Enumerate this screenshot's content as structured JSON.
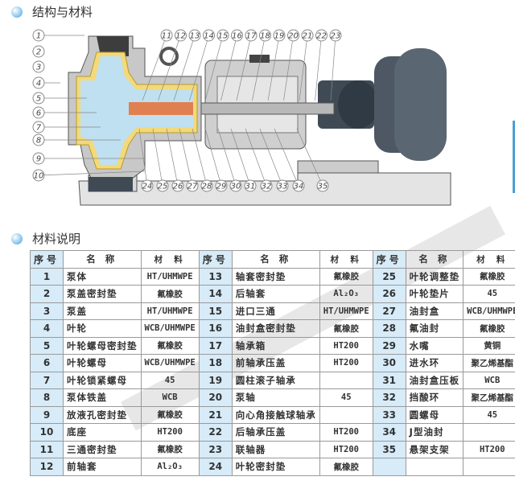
{
  "section1": {
    "title": "结构与材料"
  },
  "section2": {
    "title": "材料说明"
  },
  "callouts": {
    "left": [
      "1",
      "2",
      "3",
      "4",
      "5",
      "6",
      "7",
      "8",
      "9",
      "10"
    ],
    "top": [
      "11",
      "12",
      "13",
      "14",
      "15",
      "16",
      "17",
      "18",
      "19",
      "20",
      "21",
      "22",
      "23"
    ],
    "bottom": [
      "24",
      "25",
      "26",
      "27",
      "28",
      "29",
      "30",
      "31",
      "32",
      "33",
      "34",
      "35"
    ]
  },
  "table": {
    "headers": [
      "序号",
      "名 称",
      "材 料"
    ],
    "rows": [
      [
        [
          "1",
          "泵体",
          "HT/UHMWPE"
        ],
        [
          "13",
          "轴套密封垫",
          "氟橡胶"
        ],
        [
          "25",
          "叶轮调整垫",
          "氟橡胶"
        ]
      ],
      [
        [
          "2",
          "泵盖密封垫",
          "氟橡胶"
        ],
        [
          "14",
          "后轴套",
          "Al₂O₃"
        ],
        [
          "26",
          "叶轮垫片",
          "45"
        ]
      ],
      [
        [
          "3",
          "泵盖",
          "HT/UHMWPE"
        ],
        [
          "15",
          "进口三通",
          "HT/UHMWPE"
        ],
        [
          "27",
          "油封盒",
          "WCB/UHMWPE"
        ]
      ],
      [
        [
          "4",
          "叶轮",
          "WCB/UHMWPE"
        ],
        [
          "16",
          "油封盒密封垫",
          "氟橡胶"
        ],
        [
          "28",
          "氟油封",
          "氟橡胶"
        ]
      ],
      [
        [
          "5",
          "叶轮螺母密封垫",
          "氟橡胶"
        ],
        [
          "17",
          "轴承箱",
          "HT200"
        ],
        [
          "29",
          "水嘴",
          "黄铜"
        ]
      ],
      [
        [
          "6",
          "叶轮螺母",
          "WCB/UHMWPE"
        ],
        [
          "18",
          "前轴承压盖",
          "HT200"
        ],
        [
          "30",
          "进水环",
          "聚乙烯基酯"
        ]
      ],
      [
        [
          "7",
          "叶轮锁紧螺母",
          "45"
        ],
        [
          "19",
          "圆柱滚子轴承",
          ""
        ],
        [
          "31",
          "油封盒压板",
          "WCB"
        ]
      ],
      [
        [
          "8",
          "泵体铁盖",
          "WCB"
        ],
        [
          "20",
          "泵轴",
          "45"
        ],
        [
          "32",
          "挡酸环",
          "聚乙烯基酯"
        ]
      ],
      [
        [
          "9",
          "放液孔密封垫",
          "氟橡胶"
        ],
        [
          "21",
          "向心角接触球轴承",
          ""
        ],
        [
          "33",
          "圆螺母",
          "45"
        ]
      ],
      [
        [
          "10",
          "底座",
          "HT200"
        ],
        [
          "22",
          "后轴承压盖",
          "HT200"
        ],
        [
          "34",
          "J型油封",
          ""
        ]
      ],
      [
        [
          "11",
          "三通密封垫",
          "氟橡胶"
        ],
        [
          "23",
          "联轴器",
          "HT200"
        ],
        [
          "35",
          "悬架支架",
          "HT200"
        ]
      ],
      [
        [
          "12",
          "前轴套",
          "Al₂O₃"
        ],
        [
          "24",
          "叶轮密封垫",
          "氟橡胶"
        ],
        [
          "",
          "",
          " "
        ]
      ]
    ]
  }
}
